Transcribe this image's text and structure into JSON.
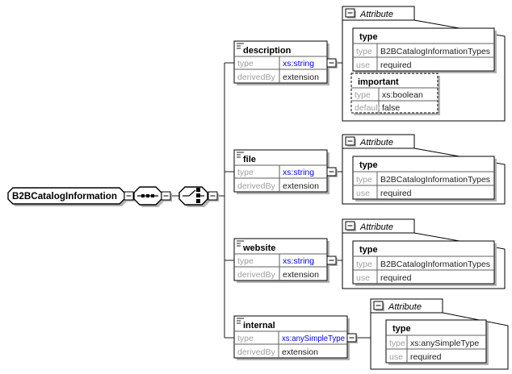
{
  "colors": {
    "type_value_blue": "#0000dd",
    "property_label_gray": "#9f9f9f",
    "shadow_gray": "#b3b3b3"
  },
  "root": {
    "name": "B2BCatalogInformation"
  },
  "connectors": {
    "sequence_icon": "sequence-icon",
    "choice_icon": "choice-icon"
  },
  "elements": [
    {
      "name": "description",
      "rows": [
        {
          "label": "type",
          "value": "xs:string"
        },
        {
          "label": "derivedBy",
          "value": "extension"
        }
      ]
    },
    {
      "name": "file",
      "rows": [
        {
          "label": "type",
          "value": "xs:string"
        },
        {
          "label": "derivedBy",
          "value": "extension"
        }
      ]
    },
    {
      "name": "website",
      "rows": [
        {
          "label": "type",
          "value": "xs:string"
        },
        {
          "label": "derivedBy",
          "value": "extension"
        }
      ]
    },
    {
      "name": "internal",
      "rows": [
        {
          "label": "type",
          "value": "xs:anySimpleType"
        },
        {
          "label": "derivedBy",
          "value": "extension"
        }
      ]
    }
  ],
  "attribute_groups": [
    {
      "label": "Attribute",
      "attributes": [
        {
          "name": "type",
          "rows": [
            {
              "label": "type",
              "value": "B2BCatalogInformationTypes"
            },
            {
              "label": "use",
              "value": "required"
            }
          ]
        },
        {
          "name": "important",
          "rows": [
            {
              "label": "type",
              "value": "xs:boolean"
            },
            {
              "label": "default",
              "value": "false"
            }
          ]
        }
      ]
    },
    {
      "label": "Attribute",
      "attributes": [
        {
          "name": "type",
          "rows": [
            {
              "label": "type",
              "value": "B2BCatalogInformationTypes"
            },
            {
              "label": "use",
              "value": "required"
            }
          ]
        }
      ]
    },
    {
      "label": "Attribute",
      "attributes": [
        {
          "name": "type",
          "rows": [
            {
              "label": "type",
              "value": "B2BCatalogInformationTypes"
            },
            {
              "label": "use",
              "value": "required"
            }
          ]
        }
      ]
    },
    {
      "label": "Attribute",
      "attributes": [
        {
          "name": "type",
          "rows": [
            {
              "label": "type",
              "value": "xs:anySimpleType"
            },
            {
              "label": "use",
              "value": "required"
            }
          ]
        }
      ]
    }
  ]
}
